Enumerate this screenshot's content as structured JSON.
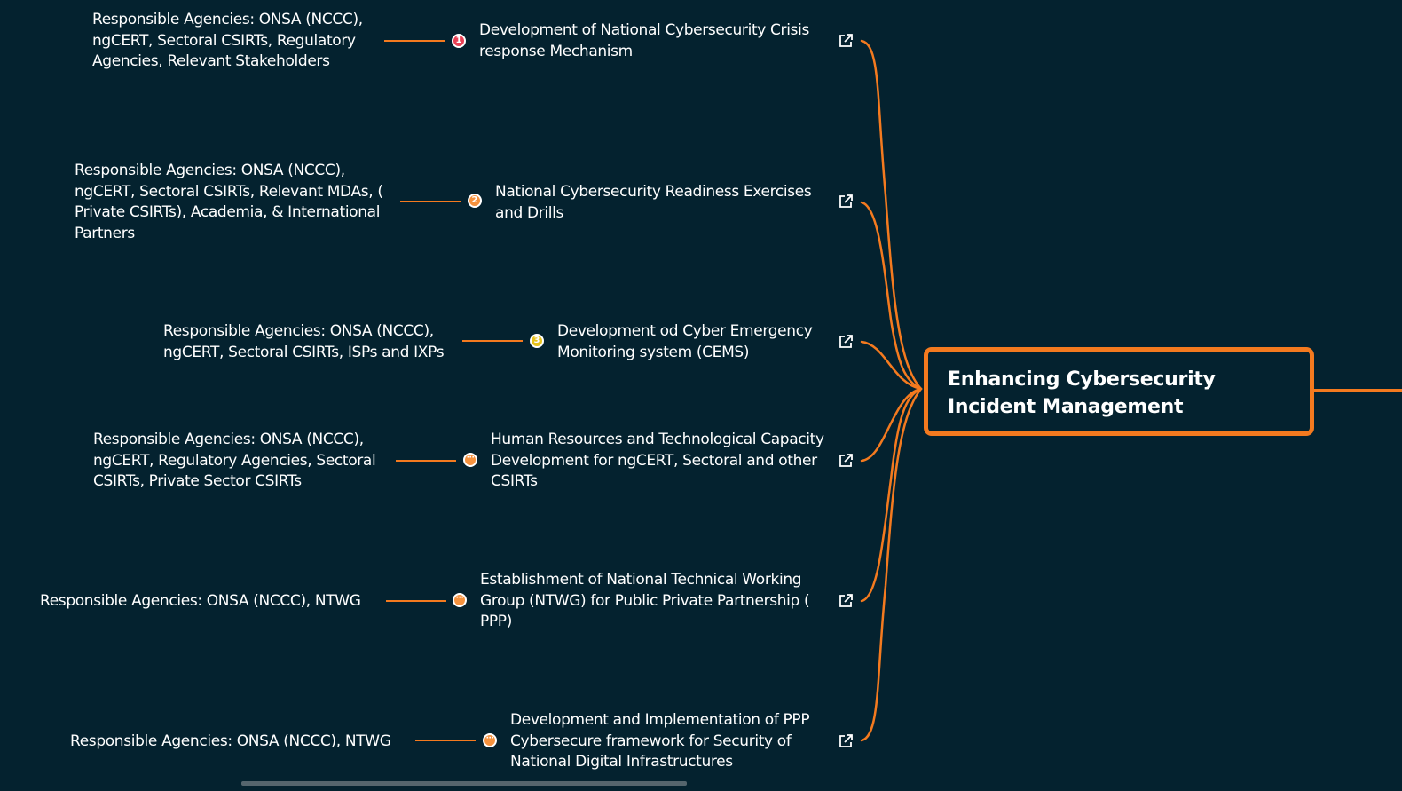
{
  "central_topic": {
    "label": "Enhancing Cybersecurity Incident Management"
  },
  "colors": {
    "background": "#04222f",
    "accent": "#f47a1f",
    "marker_red": "#e94155",
    "marker_orange": "#f5923e",
    "marker_yellow": "#e8c31c",
    "text": "#ffffff"
  },
  "branches": [
    {
      "agencies": "Responsible Agencies: ONSA (NCCC), ngCERT, Sectoral CSIRTs, Regulatory Agencies, Relevant Stakeholders",
      "marker": "1",
      "marker_type": "priority-1",
      "topic": "Development of National Cybersecurity Crisis response Mechanism",
      "icon": "external-link-icon"
    },
    {
      "agencies": "Responsible Agencies: ONSA (NCCC), ngCERT, Sectoral CSIRTs, Relevant MDAs, ( Private CSIRTs), Academia, & International Partners",
      "marker": "2",
      "marker_type": "priority-2",
      "topic": "National Cybersecurity Readiness Exercises and Drills",
      "icon": "external-link-icon"
    },
    {
      "agencies": "Responsible Agencies: ONSA (NCCC), ngCERT, Sectoral CSIRTs, ISPs and IXPs",
      "marker": "3",
      "marker_type": "priority-3",
      "topic": "Development od Cyber Emergency Monitoring system (CEMS)",
      "icon": "external-link-icon"
    },
    {
      "agencies": "Responsible Agencies: ONSA (NCCC), ngCERT, Regulatory Agencies, Sectoral CSIRTs, Private Sector CSIRTs",
      "marker": "···",
      "marker_type": "more",
      "topic": "Human Resources and Technological Capacity Development for ngCERT, Sectoral and other CSIRTs",
      "icon": "external-link-icon"
    },
    {
      "agencies": "Responsible Agencies:  ONSA (NCCC), NTWG",
      "marker": "···",
      "marker_type": "more",
      "topic": "Establishment of National Technical Working Group (NTWG) for Public Private Partnership ( PPP)",
      "icon": "external-link-icon"
    },
    {
      "agencies": "Responsible Agencies:  ONSA (NCCC), NTWG",
      "marker": "···",
      "marker_type": "more",
      "topic": "Development and Implementation of PPP Cybersecure framework for Security of National Digital Infrastructures",
      "icon": "external-link-icon"
    }
  ]
}
